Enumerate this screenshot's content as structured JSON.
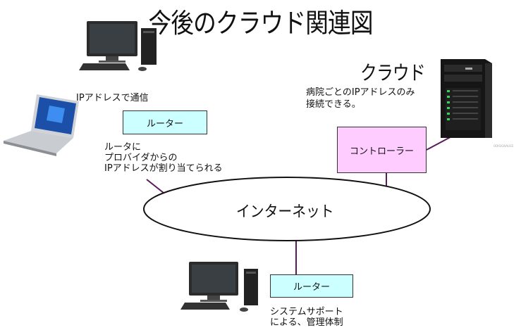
{
  "title": "今後のクラウド関連図",
  "cloud": {
    "label": "クラウド",
    "note_line1": "病院ごとのIPアドレスのみ",
    "note_line2": "接続できる。"
  },
  "pc_top": {
    "label": "IPアドレスで通信"
  },
  "router_top": {
    "label": "ルーター",
    "note_line1": "ルータに",
    "note_line2": "プロバイダからの",
    "note_line3": "IPアドレスが割り当てられる"
  },
  "controller": {
    "label": "コントローラー"
  },
  "internet": {
    "label": "インターネット"
  },
  "router_bottom": {
    "label": "ルーター",
    "note_line1": "システムサポート",
    "note_line2": "による、管理体制"
  },
  "watermark": "ODISIGNALIES"
}
